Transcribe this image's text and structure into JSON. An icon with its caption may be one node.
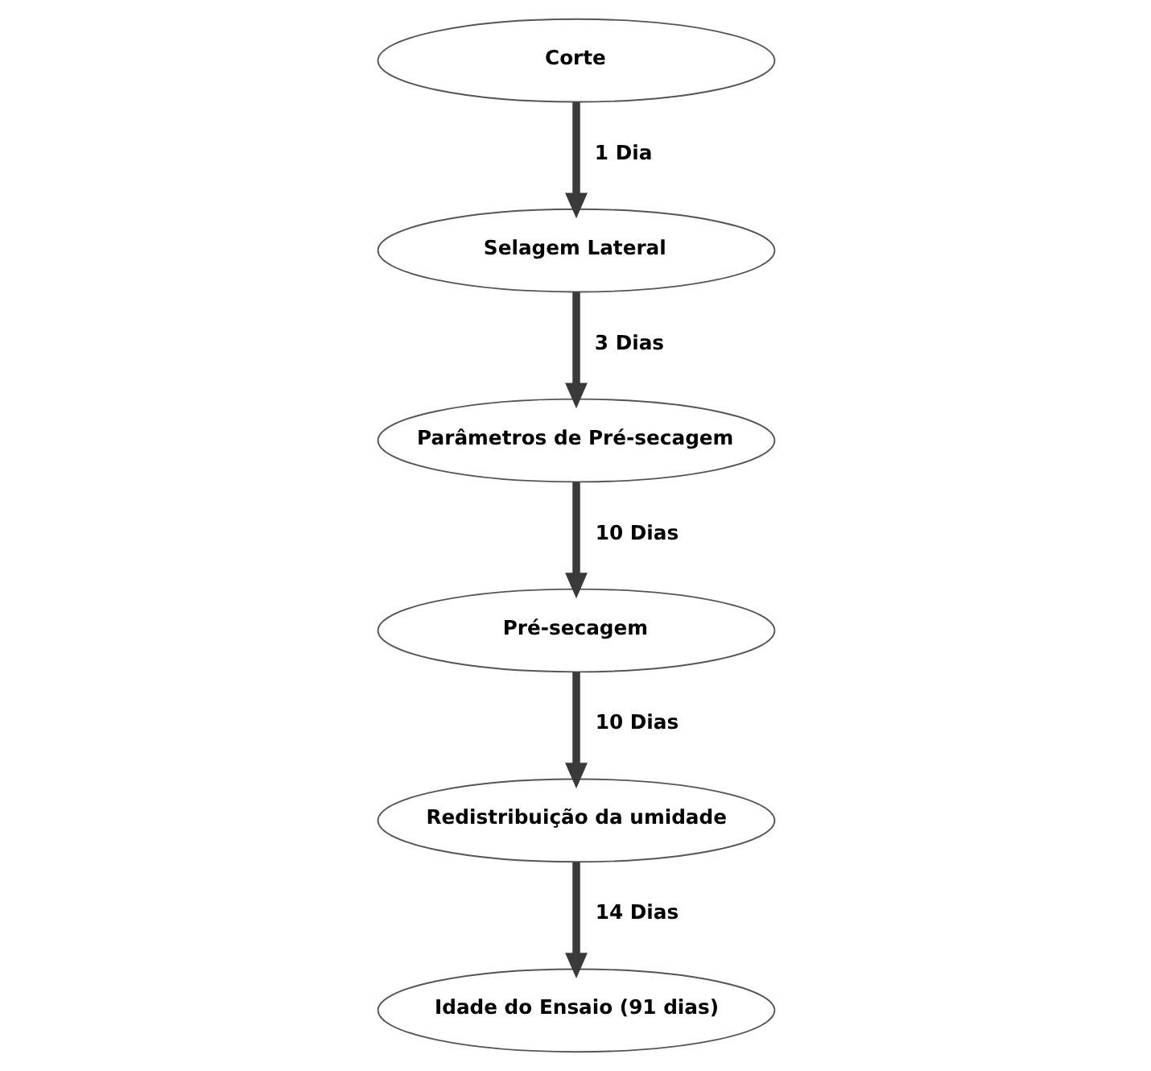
{
  "diagram": {
    "nodes": [
      {
        "text": [
          "Corte"
        ]
      },
      {
        "text": [
          "Selagem Lateral"
        ]
      },
      {
        "text": [
          "Parâmetros de Pré-secagem"
        ]
      },
      {
        "text": [
          "Pré-secagem"
        ]
      },
      {
        "text": [
          "Redistribuição da umidade"
        ]
      },
      {
        "text": [
          "Idade do Ensaio (91 dias)"
        ]
      }
    ],
    "edges": [
      {
        "from": 0,
        "to": 1,
        "arrow": "to",
        "label": "1 Dia"
      },
      {
        "from": 1,
        "to": 2,
        "arrow": "to",
        "label": "3 Dias"
      },
      {
        "from": 2,
        "to": 3,
        "arrow": "to",
        "label": "10 Dias"
      },
      {
        "from": 3,
        "to": 4,
        "arrow": "to",
        "label": "10 Dias"
      },
      {
        "from": 4,
        "to": 5,
        "arrow": "to",
        "label": "14 Dias"
      }
    ]
  }
}
